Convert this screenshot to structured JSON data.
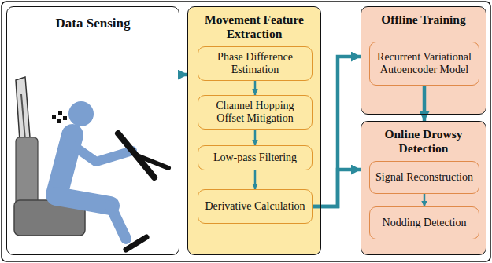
{
  "diagram": {
    "nodes": [
      {
        "text": [
          "Data Sensing"
        ]
      },
      {
        "text": [
          "Movement Feature Extraction"
        ]
      },
      {
        "text": [
          "Phase Difference Estimation"
        ],
        "in": 1
      },
      {
        "text": [
          "Channel Hopping Offset Mitigation"
        ],
        "in": 1
      },
      {
        "text": [
          "Low-pass Filtering"
        ],
        "in": 1
      },
      {
        "text": [
          "Derivative Calculation"
        ],
        "in": 1
      },
      {
        "text": [
          "Offline Training"
        ]
      },
      {
        "text": [
          "Recurrent Variational Autoencoder Model"
        ],
        "in": 6
      },
      {
        "text": [
          "Online Drowsy Detection"
        ]
      },
      {
        "text": [
          "Signal Reconstruction"
        ],
        "in": 8
      },
      {
        "text": [
          "Nodding Detection"
        ],
        "in": 8
      }
    ],
    "edges": [
      {
        "from": 0,
        "to": 1,
        "arrow": "to"
      },
      {
        "from": 2,
        "to": 3,
        "arrow": "to"
      },
      {
        "from": 3,
        "to": 4,
        "arrow": "to"
      },
      {
        "from": 4,
        "to": 5,
        "arrow": "to"
      },
      {
        "from": 5,
        "to": 6,
        "arrow": "to"
      },
      {
        "from": 5,
        "to": 8,
        "arrow": "to"
      },
      {
        "from": 7,
        "to": 8,
        "arrow": "to"
      },
      {
        "from": 9,
        "to": 10,
        "arrow": "to"
      }
    ]
  }
}
